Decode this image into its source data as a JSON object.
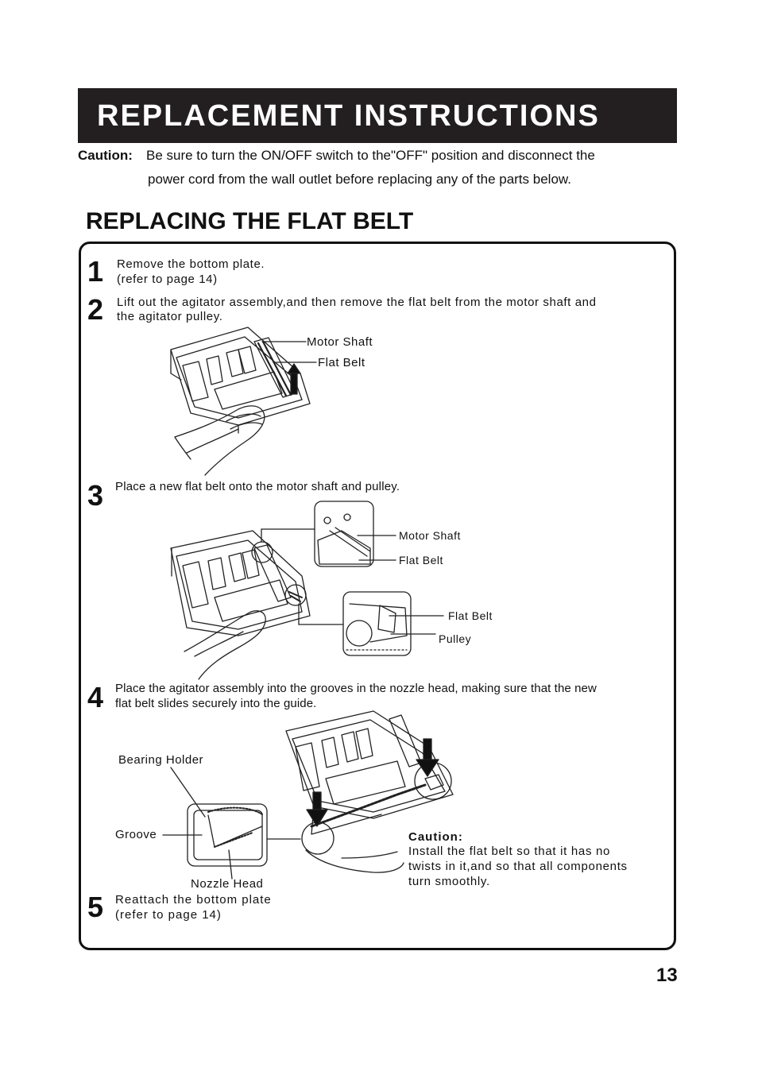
{
  "header": {
    "title": "REPLACEMENT  INSTRUCTIONS"
  },
  "caution": {
    "label": "Caution:",
    "line1": "Be sure to turn the  ON/OFF  switch to the\"OFF\" position and  disconnect  the",
    "line2": "power cord from the wall outlet  before replacing any of the parts below."
  },
  "section": {
    "title": "REPLACING THE FLAT BELT"
  },
  "steps": [
    {
      "num": "1",
      "lines": [
        "Remove the bottom plate.",
        "(refer to page 14)"
      ]
    },
    {
      "num": "2",
      "lines": [
        "Lift out the agitator assembly,and then remove the flat belt from the motor shaft and",
        "the agitator pulley."
      ]
    },
    {
      "num": "3",
      "lines": [
        "Place  a  new flat belt onto  the  motor shaft and  pulley."
      ]
    },
    {
      "num": "4",
      "lines": [
        "Place the agitator assembly  into  the grooves in the nozzle head, making sure that the new",
        "flat  belt slides securely into the guide."
      ]
    },
    {
      "num": "5",
      "lines": [
        "Reattach  the  bottom  plate",
        "(refer  to  page 14)"
      ]
    }
  ],
  "figure1": {
    "motor_shaft": "Motor Shaft",
    "flat_belt": "Flat Belt"
  },
  "figure2": {
    "motor_shaft": "Motor Shaft",
    "flat_belt_top": "Flat Belt",
    "flat_belt_bottom": "Flat Belt",
    "pulley": "Pulley"
  },
  "figure3": {
    "bearing_holder": "Bearing Holder",
    "groove": "Groove",
    "nozzle_head": "Nozzle Head",
    "caution_title": "Caution:",
    "caution_lines": [
      "Install  the  flat belt so  that it  has no",
      "twists in it,and  so  that all components",
      "turn  smoothly."
    ]
  },
  "page_number": "13"
}
